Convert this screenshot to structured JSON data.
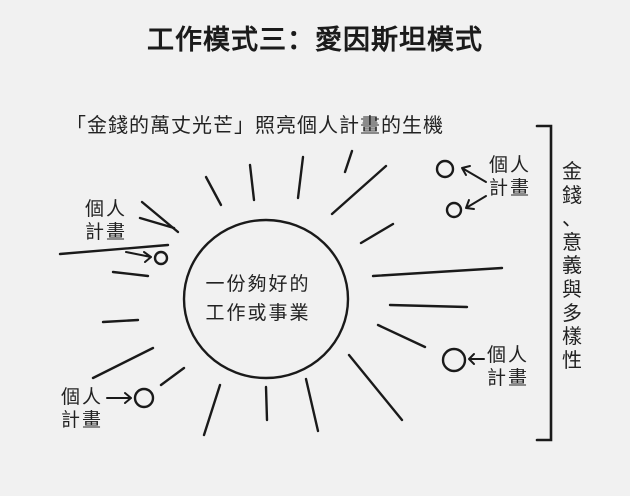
{
  "title": "工作模式三：愛因斯坦模式",
  "caption": "「金錢的萬丈光芒」照亮個人計畫的生機",
  "center": {
    "line1": "一份夠好的",
    "line2": "工作或事業"
  },
  "project_labels": [
    {
      "line1": "個人",
      "line2": "計畫"
    },
    {
      "line1": "個人",
      "line2": "計畫"
    },
    {
      "line1": "個人",
      "line2": "計畫"
    },
    {
      "line1": "個人",
      "line2": "計畫"
    }
  ],
  "side_label": {
    "chars": [
      "金",
      "錢",
      "、",
      "意",
      "義",
      "與",
      "多",
      "樣",
      "性"
    ]
  }
}
